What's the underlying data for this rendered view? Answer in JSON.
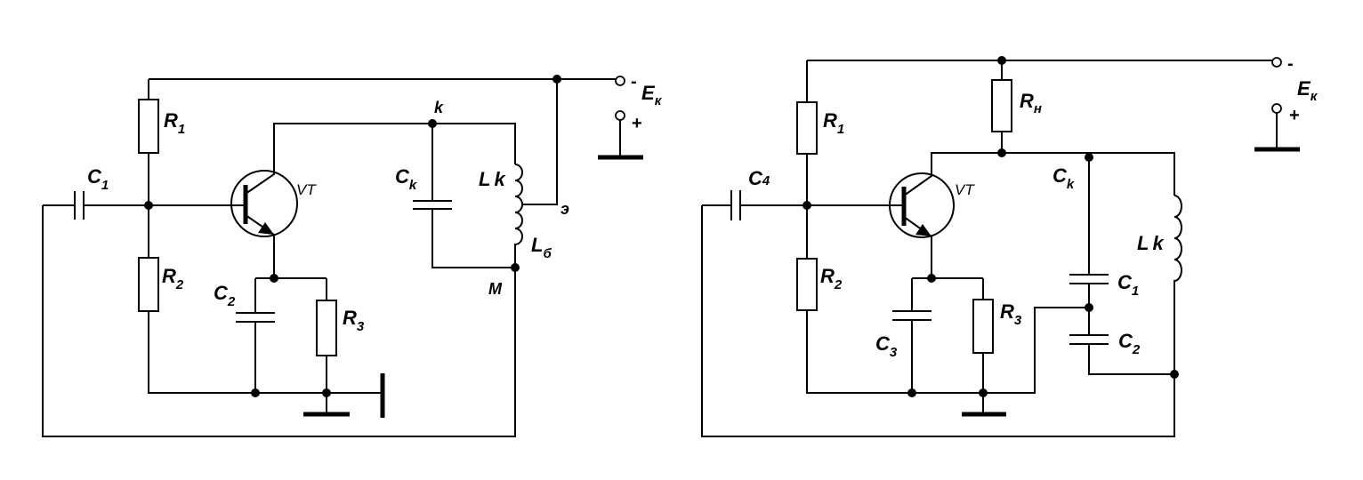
{
  "left": {
    "R1": {
      "main": "R",
      "sub": "1"
    },
    "R2": {
      "main": "R",
      "sub": "2"
    },
    "R3": {
      "main": "R",
      "sub": "3"
    },
    "C1": {
      "main": "C",
      "sub": "1"
    },
    "C2": {
      "main": "C",
      "sub": "2"
    },
    "Ck": {
      "main": "C",
      "sub": "k"
    },
    "Lk": {
      "main": "L",
      "sub": "k"
    },
    "Lb": {
      "main": "L",
      "sub": "б"
    },
    "VT": "VT",
    "node_k": "k",
    "node_e": "э",
    "node_m": "M",
    "Ek": {
      "main": "E",
      "sub": "к"
    },
    "minus": "-",
    "plus": "+"
  },
  "right": {
    "R1": {
      "main": "R",
      "sub": "1"
    },
    "R2": {
      "main": "R",
      "sub": "2"
    },
    "R3": {
      "main": "R",
      "sub": "3"
    },
    "Rn": {
      "main": "R",
      "sub": "н"
    },
    "C4": {
      "main": "C",
      "sub": "4"
    },
    "C3": {
      "main": "C",
      "sub": "3"
    },
    "Ck": {
      "main": "C",
      "sub": "k"
    },
    "C1": {
      "main": "C",
      "sub": "1"
    },
    "C2": {
      "main": "C",
      "sub": "2"
    },
    "Lk": {
      "main": "L",
      "sub": "k"
    },
    "VT": "VT",
    "Ek": {
      "main": "E",
      "sub": "к"
    },
    "minus": "-",
    "plus": "+"
  }
}
